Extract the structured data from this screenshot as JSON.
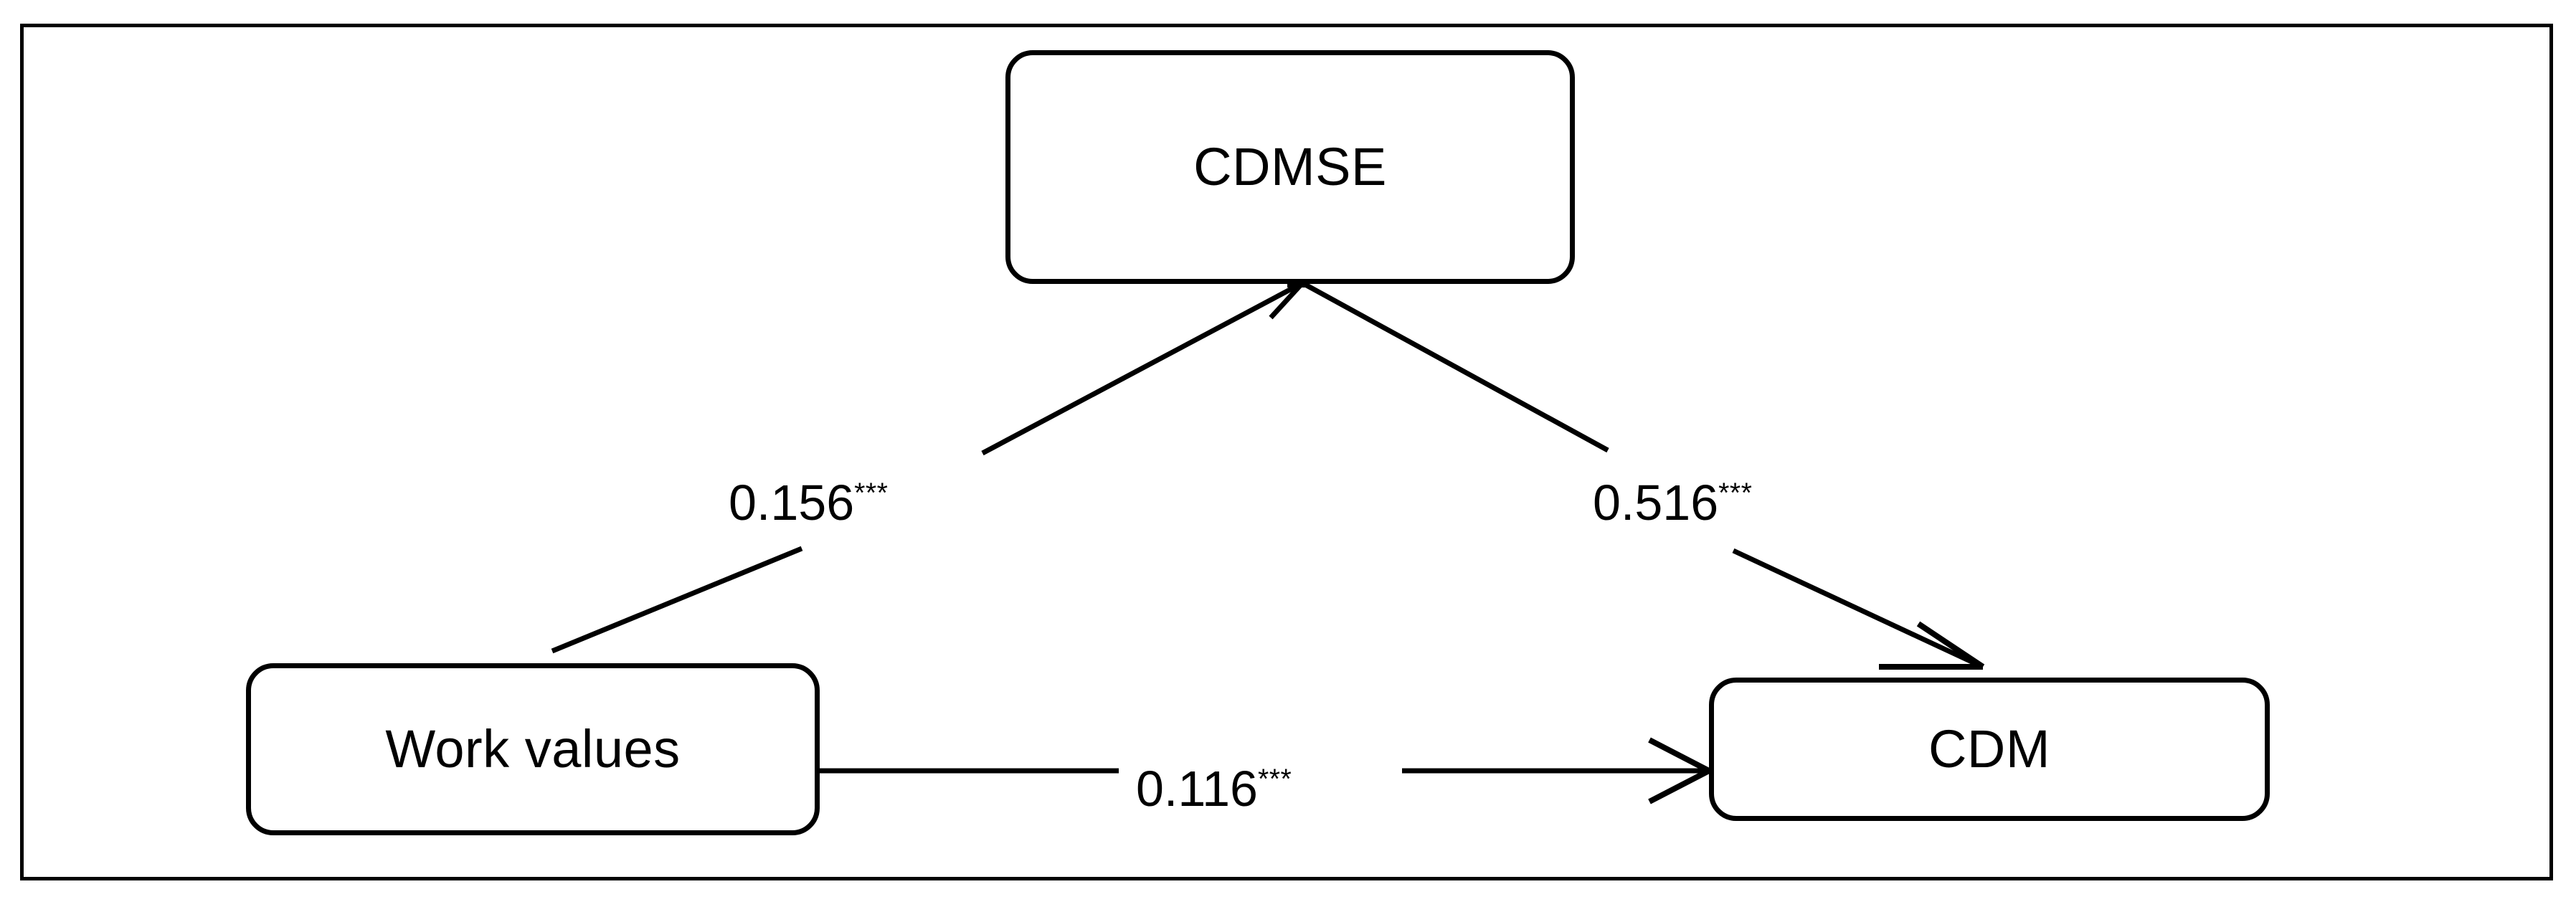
{
  "diagram": {
    "type": "path-model",
    "title": "",
    "frame_color": "#000000",
    "background": "#ffffff",
    "nodes": [
      {
        "id": "cdmse",
        "label": "CDMSE",
        "shape": "rounded-rectangle"
      },
      {
        "id": "work_values",
        "label": "Work values",
        "shape": "rounded-rectangle"
      },
      {
        "id": "cdm",
        "label": "CDM",
        "shape": "rounded-rectangle"
      }
    ],
    "edges": [
      {
        "id": "wv_to_cdmse",
        "from": "work_values",
        "to": "cdmse",
        "coefficient": "0.156",
        "significance": "***",
        "label": "0.156***",
        "arrow": "single"
      },
      {
        "id": "cdmse_to_cdm",
        "from": "cdmse",
        "to": "cdm",
        "coefficient": "0.516",
        "significance": "***",
        "label": "0.516***",
        "arrow": "single"
      },
      {
        "id": "wv_to_cdm",
        "from": "work_values",
        "to": "cdm",
        "coefficient": "0.116",
        "significance": "***",
        "label": "0.116***",
        "arrow": "single"
      }
    ]
  },
  "chart_data": {
    "type": "diagram",
    "title": "",
    "nodes": [
      "CDMSE",
      "Work values",
      "CDM"
    ],
    "series": [
      {
        "name": "Work values -> CDMSE",
        "value": 0.156,
        "label": "0.156***"
      },
      {
        "name": "CDMSE -> CDM",
        "value": 0.516,
        "label": "0.516***"
      },
      {
        "name": "Work values -> CDM",
        "value": 0.116,
        "label": "0.116***"
      }
    ]
  }
}
